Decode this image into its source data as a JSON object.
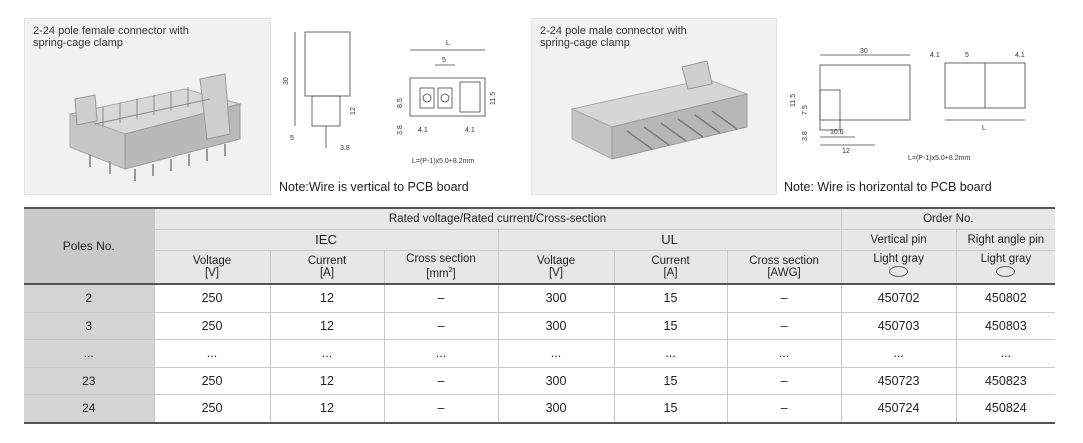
{
  "panels": [
    {
      "caption_line1": "2-24 pole female connector with",
      "caption_line2": "spring-cage clamp",
      "note": "Note:Wire is vertical to PCB board",
      "formula": "L=(P-1)x5.0+8.2mm",
      "dims": [
        "L",
        "5",
        "30",
        "5",
        "12",
        "8.5",
        "11.5",
        "3.8",
        "4.1",
        "4.1",
        "3.8"
      ]
    },
    {
      "caption_line1": "2-24 pole male connector with",
      "caption_line2": "spring-cage clamp",
      "note": "Note: Wire is horizontal to PCB board",
      "formula": "L=(P-1)x5.0+8.2mm",
      "dims": [
        "30",
        "4.1",
        "5",
        "4.1",
        "11.5",
        "7.5",
        "3.8",
        "10.6",
        "12",
        "L"
      ]
    }
  ],
  "table": {
    "poles_header": "Poles No.",
    "group_header": "Rated voltage/Rated current/Cross-section",
    "order_header": "Order No.",
    "iec": "IEC",
    "ul": "UL",
    "vertical_pin": "Vertical pin",
    "right_angle_pin": "Right angle pin",
    "voltage_label": "Voltage",
    "voltage_unit": "[V]",
    "current_label": "Current",
    "current_unit": "[A]",
    "cross_label": "Cross section",
    "cross_unit_iec": "[mm",
    "cross_unit_iec_sup": "2",
    "cross_unit_iec_end": "]",
    "cross_unit_ul": "[AWG]",
    "color_label": "Light gray",
    "rows": [
      [
        "2",
        "250",
        "12",
        "–",
        "300",
        "15",
        "–",
        "450702",
        "450802"
      ],
      [
        "3",
        "250",
        "12",
        "–",
        "300",
        "15",
        "–",
        "450703",
        "450803"
      ],
      [
        "...",
        "...",
        "...",
        "...",
        "...",
        "...",
        "...",
        "...",
        "..."
      ],
      [
        "23",
        "250",
        "12",
        "–",
        "300",
        "15",
        "–",
        "450723",
        "450823"
      ],
      [
        "24",
        "250",
        "12",
        "–",
        "300",
        "15",
        "–",
        "450724",
        "450824"
      ]
    ]
  }
}
